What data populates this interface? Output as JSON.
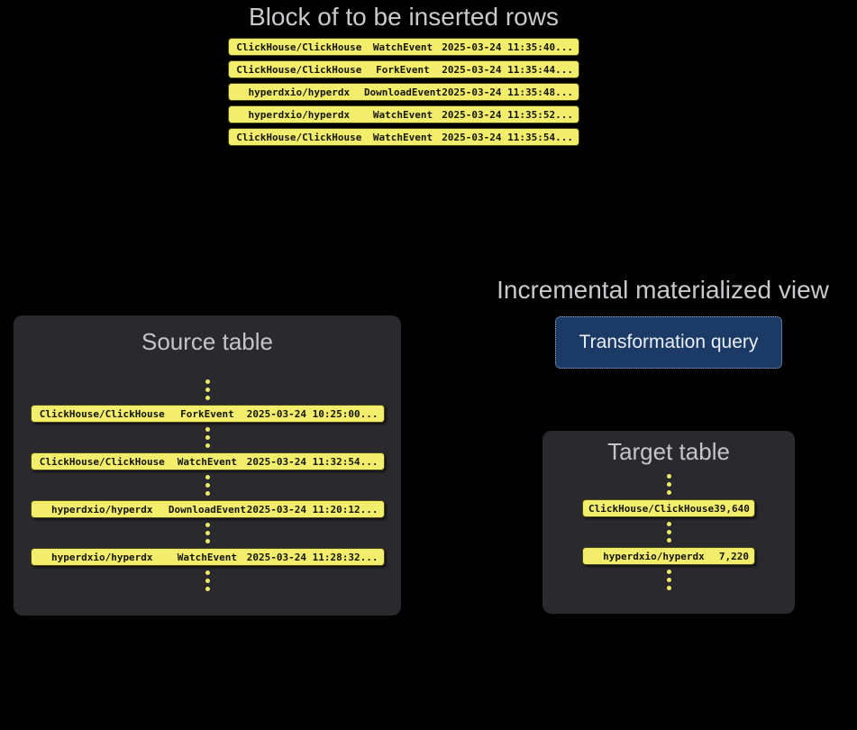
{
  "colors": {
    "background": "#000000",
    "row_yellow": "#F2EE6C",
    "box_background": "#2A2A2E",
    "title_text": "#C9C9CD",
    "button_background": "#1C3A66",
    "button_text": "#EAEFF5"
  },
  "insert_block": {
    "title": "Block of to be inserted rows",
    "rows": [
      {
        "repo": "ClickHouse/ClickHouse",
        "event": "WatchEvent",
        "timestamp": "2025-03-24 11:35:40",
        "more": "..."
      },
      {
        "repo": "ClickHouse/ClickHouse",
        "event": "ForkEvent",
        "timestamp": "2025-03-24 11:35:44",
        "more": "..."
      },
      {
        "repo": "hyperdxio/hyperdx",
        "event": "DownloadEvent",
        "timestamp": "2025-03-24 11:35:48",
        "more": "..."
      },
      {
        "repo": "hyperdxio/hyperdx",
        "event": "WatchEvent",
        "timestamp": "2025-03-24 11:35:52",
        "more": "..."
      },
      {
        "repo": "ClickHouse/ClickHouse",
        "event": "WatchEvent",
        "timestamp": "2025-03-24 11:35:54",
        "more": "..."
      }
    ]
  },
  "source_table": {
    "title": "Source table",
    "rows": [
      {
        "repo": "ClickHouse/ClickHouse",
        "event": "ForkEvent",
        "timestamp": "2025-03-24 10:25:00",
        "more": "..."
      },
      {
        "repo": "ClickHouse/ClickHouse",
        "event": "WatchEvent",
        "timestamp": "2025-03-24 11:32:54",
        "more": "..."
      },
      {
        "repo": "hyperdxio/hyperdx",
        "event": "DownloadEvent",
        "timestamp": "2025-03-24 11:20:12",
        "more": "..."
      },
      {
        "repo": "hyperdxio/hyperdx",
        "event": "WatchEvent",
        "timestamp": "2025-03-24 11:28:32",
        "more": "..."
      }
    ]
  },
  "materialized_view": {
    "title": "Incremental materialized view",
    "button_label": "Transformation query"
  },
  "target_table": {
    "title": "Target table",
    "rows": [
      {
        "repo": "ClickHouse/ClickHouse",
        "value": "39,640"
      },
      {
        "repo": "hyperdxio/hyperdx",
        "value": "7,220"
      }
    ]
  }
}
